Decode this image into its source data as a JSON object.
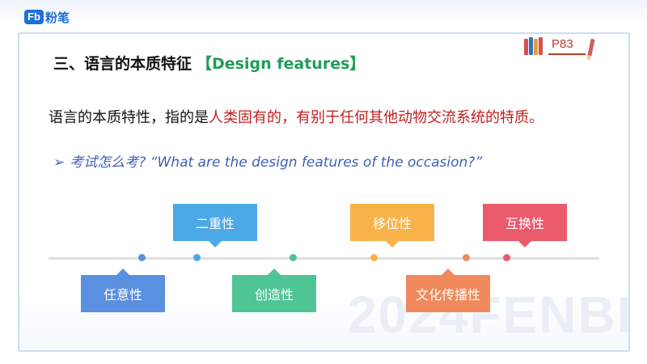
{
  "logo": {
    "mark": "Fb",
    "text": "粉笔"
  },
  "watermark": "2024FENBI",
  "title": {
    "cn": "三、语言的本质特征",
    "en": "【Design features】"
  },
  "page_badge": "P83",
  "definition": {
    "prefix": "语言的本质特性，指的是",
    "highlight": "人类固有的，有别于任何其他动物交流系统的特质。"
  },
  "question": {
    "arrow": "➢",
    "text": "考试怎么考? “What are the design features of the occasion?”"
  },
  "features": [
    {
      "label": "任意性",
      "color": "#5b8fe0",
      "position": "below"
    },
    {
      "label": "二重性",
      "color": "#4aa9e6",
      "position": "above"
    },
    {
      "label": "创造性",
      "color": "#4fc494",
      "position": "below"
    },
    {
      "label": "移位性",
      "color": "#f7b347",
      "position": "above"
    },
    {
      "label": "文化传播性",
      "color": "#f08a5c",
      "position": "below"
    },
    {
      "label": "互换性",
      "color": "#ea5b6c",
      "position": "above"
    }
  ]
}
